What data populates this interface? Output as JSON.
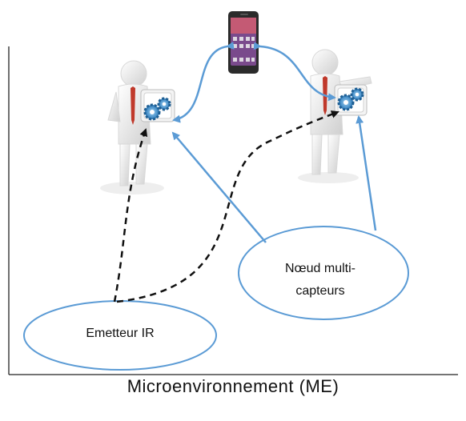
{
  "labels": {
    "emitter": "Emetteur IR",
    "node_line1": "Nœud multi-",
    "node_line2": "capteurs",
    "caption": "Microenvironnement (ME)"
  },
  "colors": {
    "accent_blue": "#5b9bd5",
    "dashed_link": "#111111",
    "axis": "#222222",
    "figure_white": "#e6e6e6",
    "tie_red": "#c0392b",
    "gear_blue": "#3a8fd0",
    "phone_dark": "#2b2b2b"
  },
  "icons": {
    "person_left": "person-with-device-icon",
    "person_right": "person-with-device-icon",
    "phone": "smartphone-icon",
    "gear": "gear-icon"
  }
}
